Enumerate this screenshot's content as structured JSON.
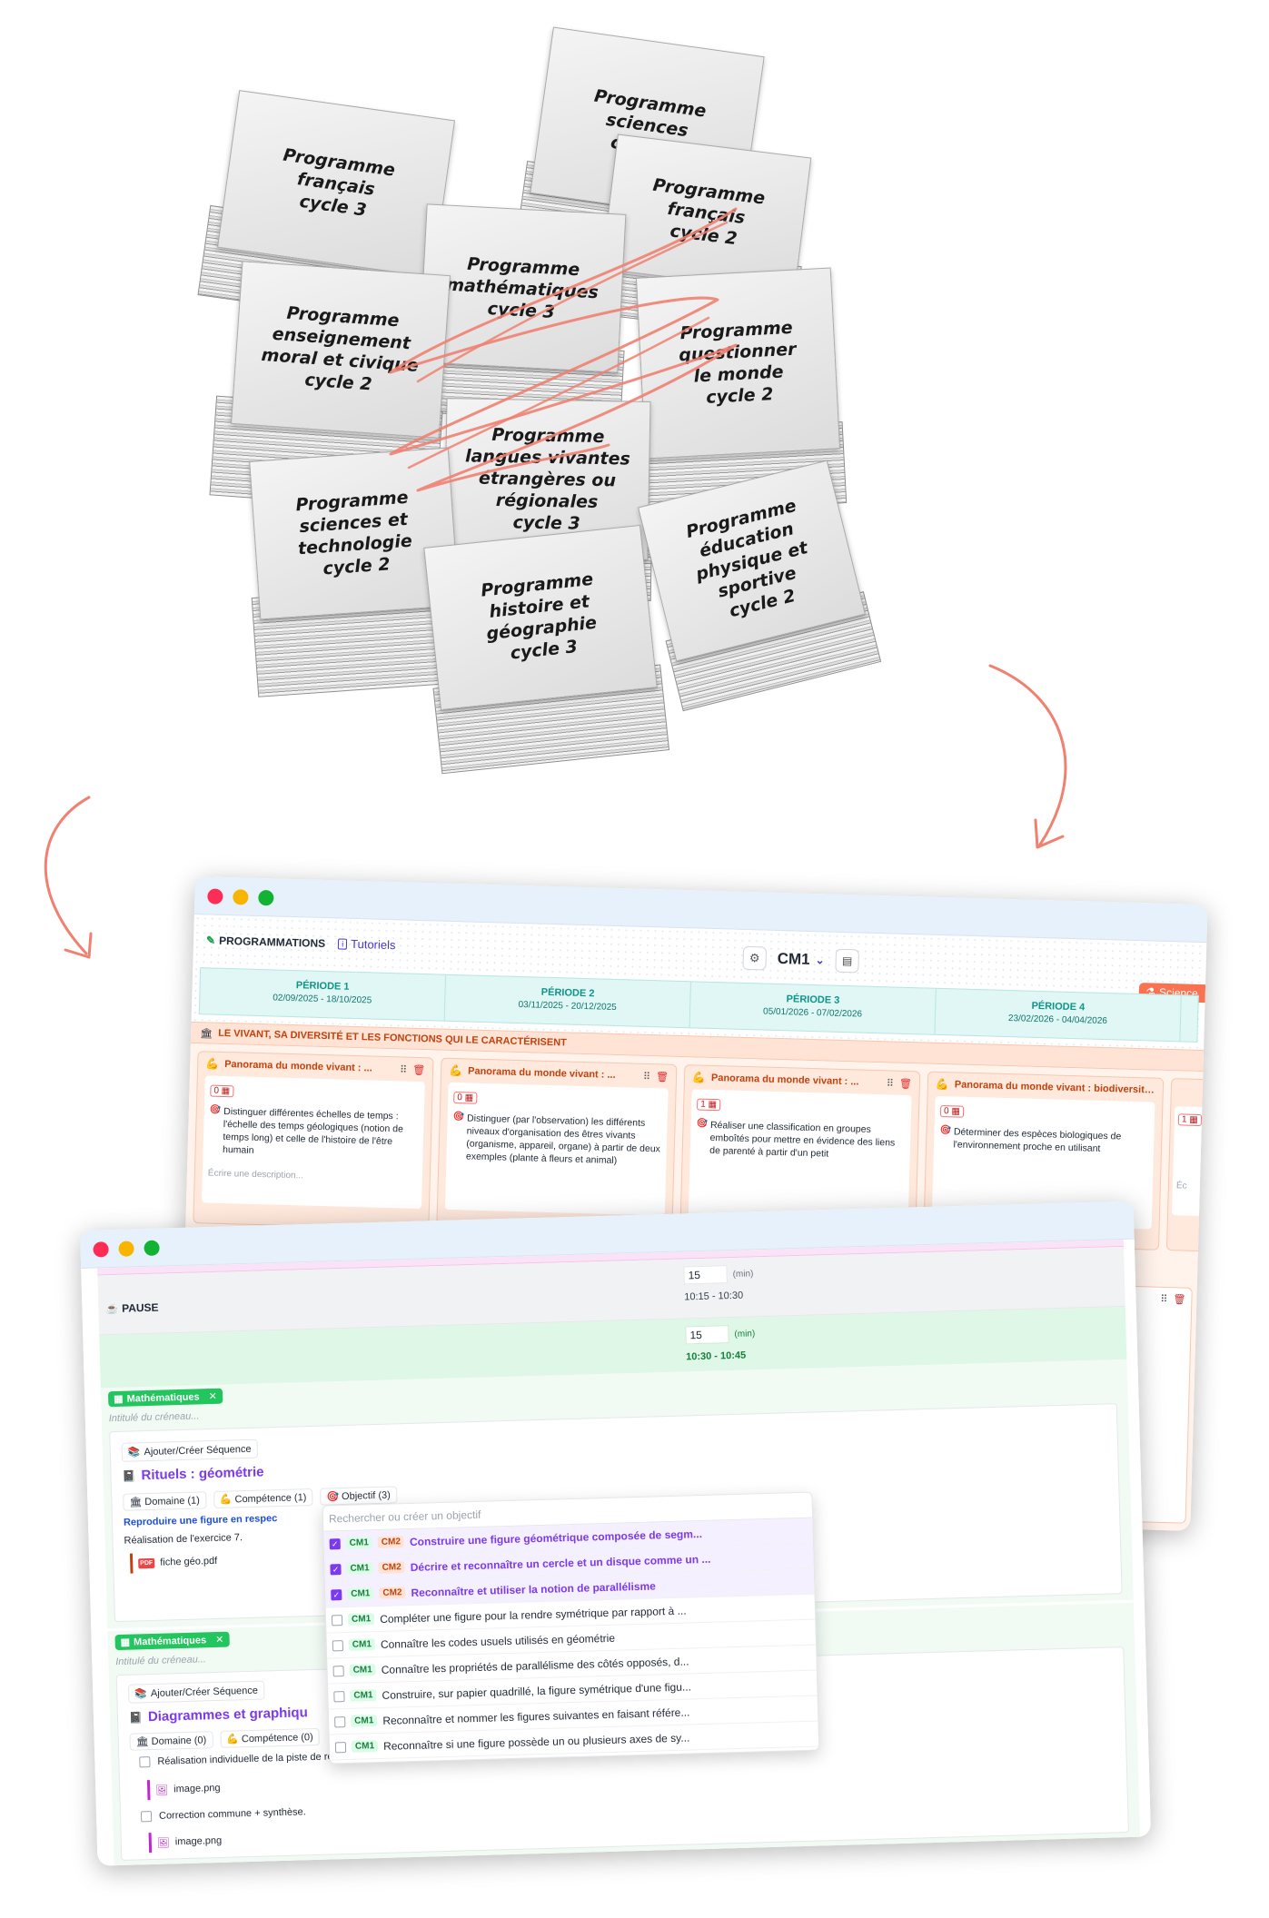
{
  "stacks": [
    {
      "title": "Programme\nsciences\ncycle 2"
    },
    {
      "title": "Programme\nfrançais\ncycle 3"
    },
    {
      "title": "Programme\nfrançais\ncycle 2"
    },
    {
      "title": "Programme\nmathématiques\ncycle 3"
    },
    {
      "title": "Programme\nenseignement\nmoral et civique\ncycle 2"
    },
    {
      "title": "Programme\nquestionner\nle monde\ncycle 2"
    },
    {
      "title": "Programme\nlangues vivantes\nétrangères ou\nrégionales\ncycle 3"
    },
    {
      "title": "Programme\nsciences et\ntechnologie\ncycle 2"
    },
    {
      "title": "Programme\néducation\nphysique et\nsportive\ncycle 2"
    },
    {
      "title": "Programme\nhistoire et\ngéographie\ncycle 3"
    }
  ],
  "colors": {
    "accent_red": "#f08070",
    "purple": "#7c3aed",
    "teal": "#0f9488",
    "orange": "#c2410c"
  },
  "back_window": {
    "nav": {
      "programmations": "PROGRAMMATIONS",
      "tutoriels": "Tutoriels",
      "level": "CM1",
      "science_tag": "Science"
    },
    "periods": [
      {
        "label": "PÉRIODE 1",
        "dates": "02/09/2025 - 18/10/2025"
      },
      {
        "label": "PÉRIODE 2",
        "dates": "03/11/2025 - 20/12/2025"
      },
      {
        "label": "PÉRIODE 3",
        "dates": "05/01/2026 - 07/02/2026"
      },
      {
        "label": "PÉRIODE 4",
        "dates": "23/02/2026 - 04/04/2026"
      }
    ],
    "theme": "LE VIVANT, SA DIVERSITÉ ET LES FONCTIONS QUI LE CARACTÉRISENT",
    "cards": [
      {
        "title": "Panorama du monde vivant : ...",
        "count": "0",
        "text": "Distinguer différentes échelles de temps : l'échelle des temps géologiques (notion de temps long) et celle de l'histoire de l'être humain",
        "placeholder": "Écrire une description..."
      },
      {
        "title": "Panorama du monde vivant : ...",
        "count": "0",
        "text": "Distinguer (par l'observation) les différents niveaux d'organisation des êtres vivants (organisme, appareil, organe) à partir de deux exemples (plante à fleurs et animal)"
      },
      {
        "title": "Panorama du monde vivant : ...",
        "count": "1",
        "text": "Réaliser une classification en groupes emboîtés pour mettre en évidence des liens de parenté à partir d'un petit"
      },
      {
        "title": "Panorama du monde vivant : biodiversité actu",
        "count": "0",
        "text": "Déterminer des espèces biologiques de l'environnement proche en utilisant"
      },
      {
        "count": "1"
      }
    ],
    "edge_placeholder": "Éc"
  },
  "front_window": {
    "pause": {
      "label": "PAUSE",
      "minutes": "15",
      "unit": "(min)",
      "time": "10:15 - 10:30"
    },
    "slot_top": {
      "minutes": "15",
      "unit": "(min)",
      "time": "10:30 - 10:45"
    },
    "slot1": {
      "subject": "Mathématiques",
      "placeholder": "Intitulé du créneau...",
      "add_sequence": "Ajouter/Créer Séquence",
      "sequence_title": "Rituels : géométrie",
      "filters": [
        "Domaine (1)",
        "Compétence (1)",
        "Objectif (3)"
      ],
      "link_text": "Reproduire une figure en respec",
      "exercise": "Réalisation de l'exercice 7.",
      "file": "fiche géo.pdf"
    },
    "dropdown": {
      "search_placeholder": "Rechercher ou créer un objectif",
      "items": [
        {
          "levels": [
            "CM1",
            "CM2"
          ],
          "text": "Construire une figure géométrique composée de segm...",
          "checked": true
        },
        {
          "levels": [
            "CM1",
            "CM2"
          ],
          "text": "Décrire et reconnaître un cercle et un disque comme un ...",
          "checked": true
        },
        {
          "levels": [
            "CM1",
            "CM2"
          ],
          "text": "Reconnaître et utiliser la notion de parallélisme",
          "checked": true
        },
        {
          "levels": [
            "CM1"
          ],
          "text": "Compléter une figure pour la rendre symétrique par rapport à ...",
          "checked": false
        },
        {
          "levels": [
            "CM1"
          ],
          "text": "Connaître les codes usuels utilisés en géométrie",
          "checked": false
        },
        {
          "levels": [
            "CM1"
          ],
          "text": "Connaître les propriétés de parallélisme des côtés opposés, d...",
          "checked": false
        },
        {
          "levels": [
            "CM1"
          ],
          "text": "Construire, sur papier quadrillé, la figure symétrique d'une figu...",
          "checked": false
        },
        {
          "levels": [
            "CM1"
          ],
          "text": "Reconnaître et nommer les figures suivantes en faisant référe...",
          "checked": false
        },
        {
          "levels": [
            "CM1"
          ],
          "text": "Reconnaître si une figure possède un ou plusieurs axes de sy...",
          "checked": false
        }
      ]
    },
    "slot2": {
      "subject": "Mathématiques",
      "placeholder": "Intitulé du créneau...",
      "add_sequence": "Ajouter/Créer Séquence",
      "sequence_title": "Diagrammes et graphiqu",
      "filters": [
        "Domaine (0)",
        "Compétence (0)"
      ],
      "tasks": [
        {
          "text": "Réalisation individuelle de la piste de recherche sur le cahier d'essai.",
          "file": "image.png"
        },
        {
          "text": "Correction commune + synthèse.",
          "file": "image.png"
        }
      ]
    }
  }
}
